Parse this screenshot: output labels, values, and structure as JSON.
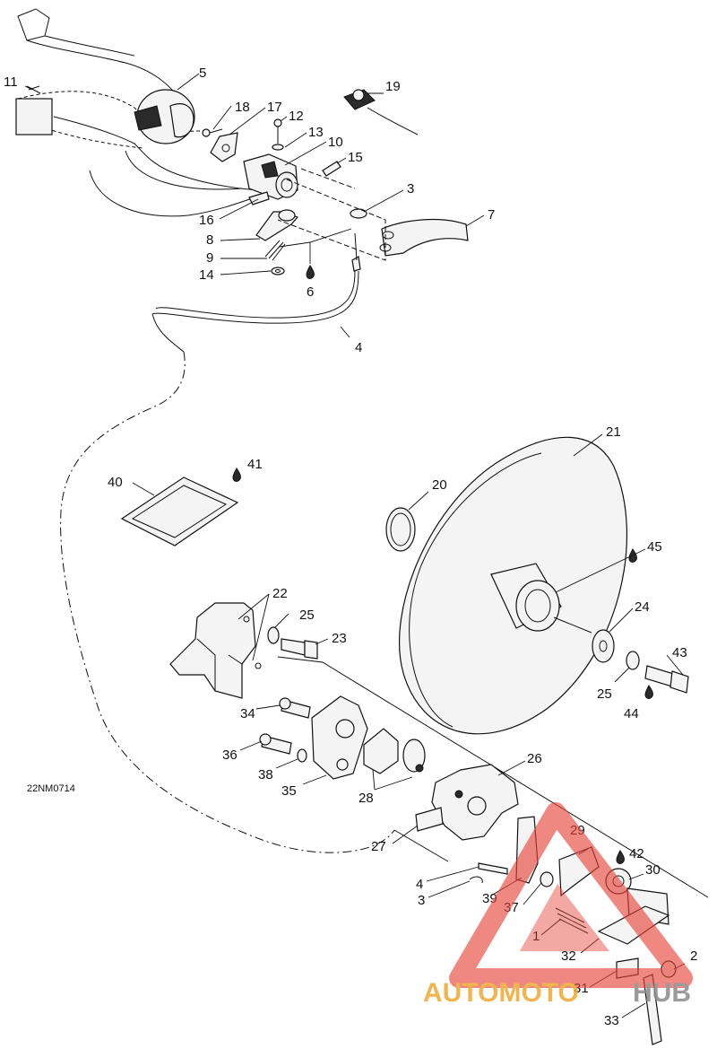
{
  "diagram_code": "22NM0714",
  "labels": {
    "l1": "1",
    "l2": "2",
    "l3a": "3",
    "l3b": "3",
    "l4a": "4",
    "l4b": "4",
    "l5": "5",
    "l6": "6",
    "l7": "7",
    "l8": "8",
    "l9": "9",
    "l10": "10",
    "l11": "11",
    "l12": "12",
    "l13": "13",
    "l14": "14",
    "l15": "15",
    "l16": "16",
    "l17": "17",
    "l18": "18",
    "l19": "19",
    "l20": "20",
    "l21": "21",
    "l22": "22",
    "l23": "23",
    "l24": "24",
    "l25a": "25",
    "l25b": "25",
    "l26": "26",
    "l27": "27",
    "l28": "28",
    "l29": "29",
    "l30": "30",
    "l31": "31",
    "l32": "32",
    "l33": "33",
    "l34": "34",
    "l35": "35",
    "l36": "36",
    "l37": "37",
    "l38": "38",
    "l39": "39",
    "l40": "40",
    "l41": "41",
    "l42": "42",
    "l43": "43",
    "l44": "44",
    "l45": "45"
  },
  "watermark": {
    "part1": "AUTOMOTO",
    "part2": "HUB",
    "color_red": "#e8463c",
    "color_orange": "#f0a830",
    "color_gray": "#8a8a8a"
  }
}
